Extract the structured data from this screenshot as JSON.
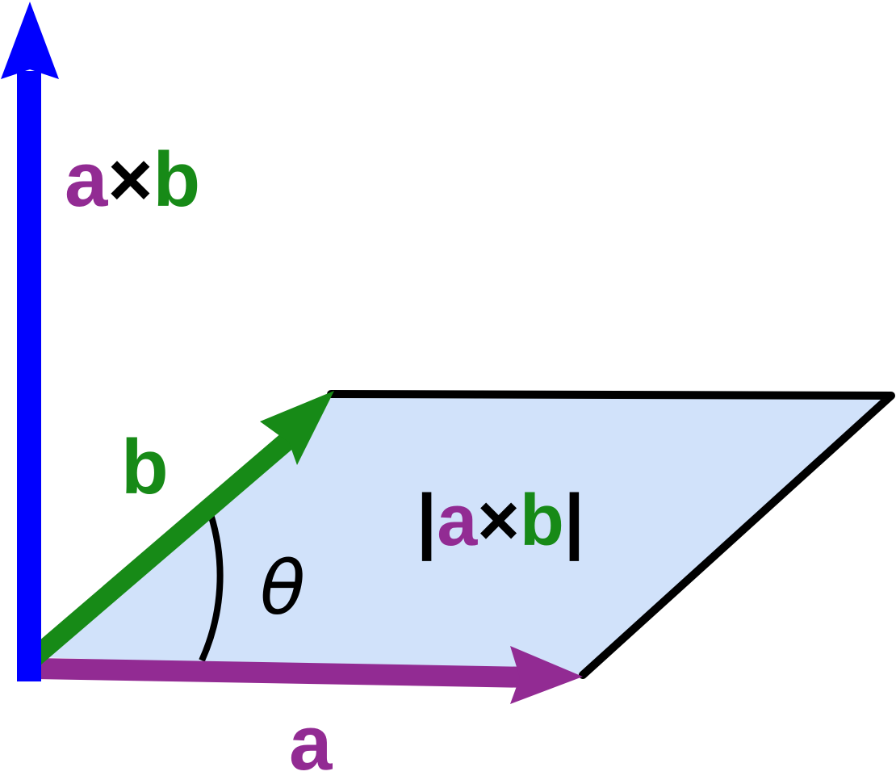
{
  "colors": {
    "vector_a": "#922b93",
    "vector_b": "#178a17",
    "cross_product": "#0000ff",
    "parallelogram_fill": "#d1e2fa",
    "outline": "#000000"
  },
  "labels": {
    "cross": {
      "a": "a",
      "times": "×",
      "b": "b"
    },
    "vector_b": "b",
    "vector_a": "a",
    "angle": "θ",
    "area": {
      "bar_left": "|",
      "a": "a",
      "times": "×",
      "b": "b",
      "bar_right": "|"
    }
  }
}
